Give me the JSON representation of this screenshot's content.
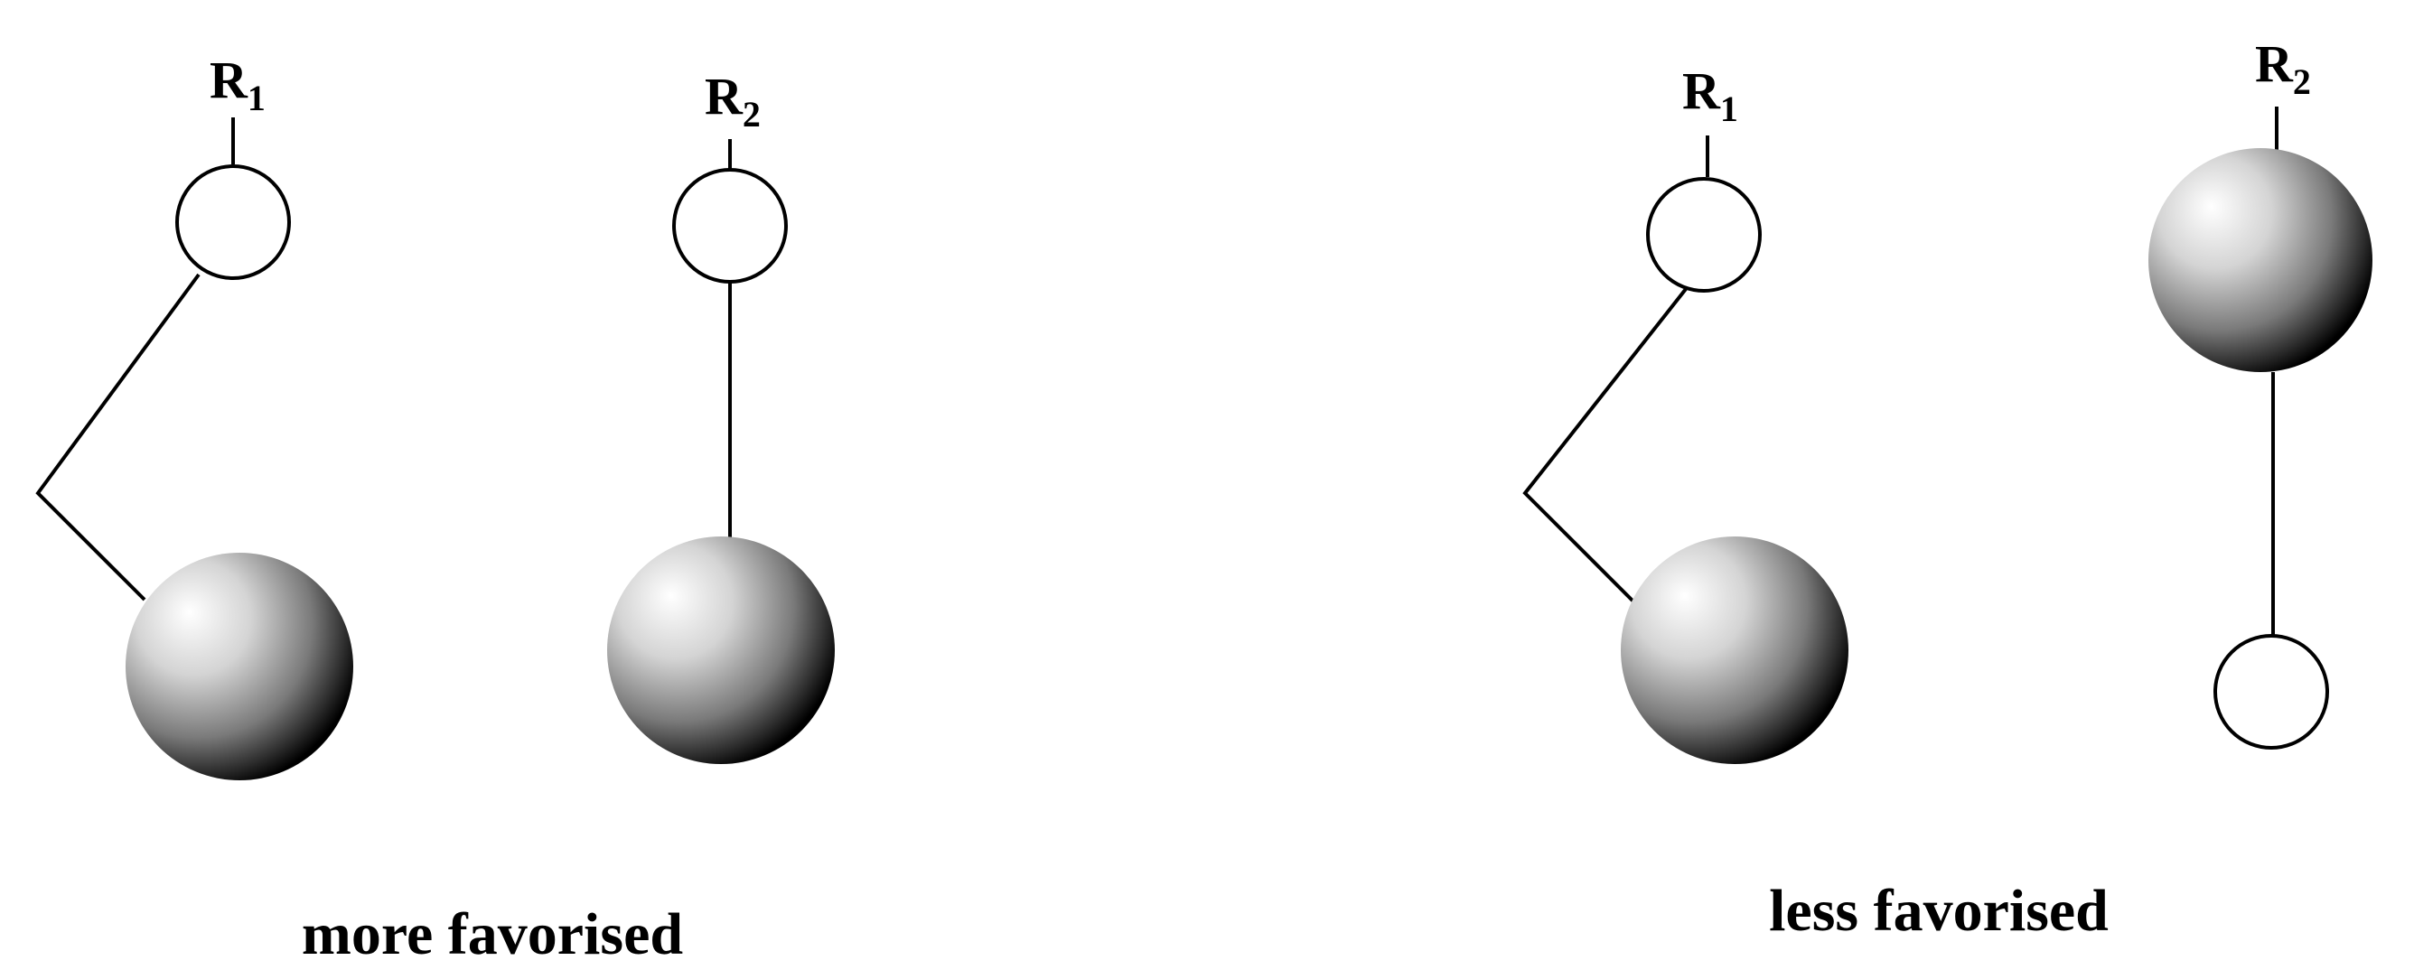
{
  "panels": [
    {
      "caption": "more favorised",
      "groups": [
        {
          "label": "R",
          "subscript": "1"
        },
        {
          "label": "R",
          "subscript": "2"
        }
      ]
    },
    {
      "caption": "less favorised",
      "groups": [
        {
          "label": "R",
          "subscript": "1"
        },
        {
          "label": "R",
          "subscript": "2"
        }
      ]
    }
  ],
  "colors": {
    "line": "#000000",
    "background": "#ffffff",
    "ball_highlight": "#ffffff",
    "ball_shadow": "#000000"
  }
}
